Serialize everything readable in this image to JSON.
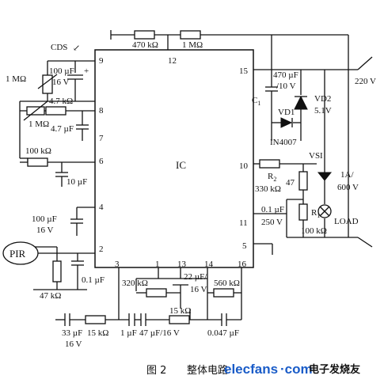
{
  "ic": {
    "label": "IC",
    "pins": {
      "p1": "1",
      "p2": "2",
      "p3": "3",
      "p4": "4",
      "p5": "5",
      "p6": "6",
      "p7": "7",
      "p8": "8",
      "p9": "9",
      "p10": "10",
      "p11": "11",
      "p12": "12",
      "p13": "13",
      "p14": "14",
      "p15": "15",
      "p16": "16"
    }
  },
  "labels": {
    "r_470k": "470 kΩ",
    "r_1m_top": "1 MΩ",
    "cds": "CDS",
    "r_1m_ldr": "1 MΩ",
    "c_100u_9": "100 µF",
    "v16_9": "16 V",
    "r_47k": "4.7 kΩ",
    "r_1m_pot": "1 MΩ",
    "c_47u_8": "4.7 µF",
    "r_100k_6": "100 kΩ",
    "c_10u": "10 µF",
    "c_100u_4": "100 µF",
    "v16_4": "16 V",
    "pir": "PIR",
    "c_01u_2": "0.1 µF",
    "r_47k_2": "47 kΩ",
    "c_470u": "470 µF",
    "v10": "/10 V",
    "c1": "C",
    "c1_sub": "1",
    "vd2": "VD2",
    "v51": "5.1V",
    "vd1": "VD1",
    "in4007": "IN4007",
    "v220": "220 V",
    "vsi": "VSI",
    "r2": "R",
    "r2_sub": "2",
    "r_330k": "330 kΩ",
    "r_47": "47",
    "c_01u_11": "0.1 µF",
    "v250": "250 V",
    "r1": "R",
    "r1_sub": "1",
    "r_100k_r1": "100 kΩ",
    "rating_1a": "1A/",
    "rating_600": "600 V",
    "load": "LOAD",
    "r_320k": "320 kΩ",
    "c_22u": "22 µF/",
    "v16_13": "16 V",
    "r_560k": "560 kΩ",
    "c_33u": "33 µF",
    "v16_b": "16 V",
    "r_15k_a": "15 kΩ",
    "c_1u": "1 µF",
    "r_15k_b": "15 kΩ",
    "c_47u_b": "47 µF/16 V",
    "c_0047u": "0.047 µF"
  },
  "caption": {
    "fig": "图 2",
    "title": "整体电路"
  },
  "watermark": {
    "site": "elecfans",
    "dot_com": "·com",
    "cn": "电子发烧友"
  }
}
